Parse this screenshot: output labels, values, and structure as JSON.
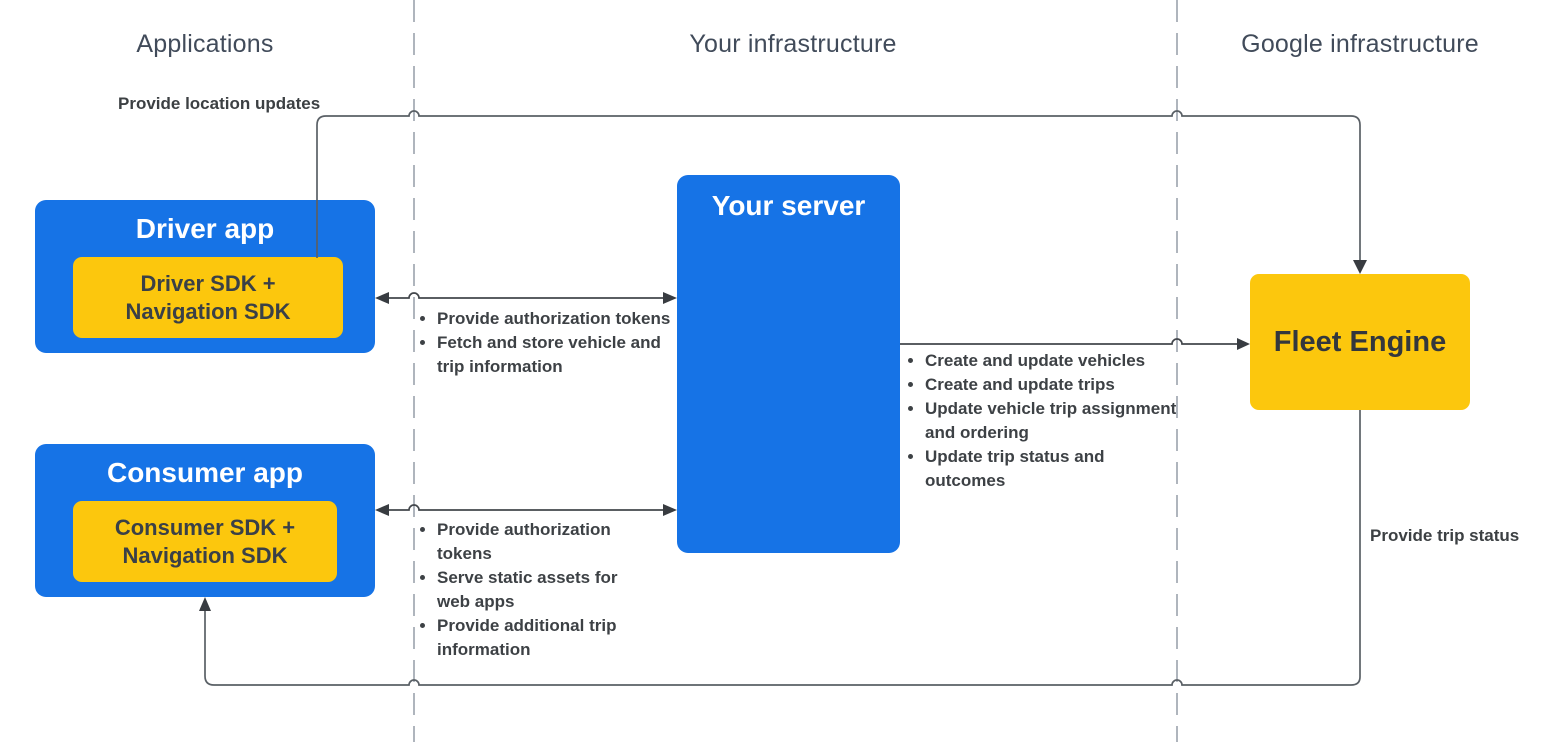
{
  "columns": {
    "applications": {
      "label": "Applications"
    },
    "your_infrastructure": {
      "label": "Your infrastructure"
    },
    "google_infrastructure": {
      "label": "Google infrastructure"
    }
  },
  "nodes": {
    "driver_app": {
      "title": "Driver app",
      "sdk": "Driver SDK +\nNavigation SDK"
    },
    "consumer_app": {
      "title": "Consumer app",
      "sdk": "Consumer SDK +\nNavigation SDK"
    },
    "your_server": {
      "title": "Your server"
    },
    "fleet_engine": {
      "title": "Fleet Engine"
    }
  },
  "edges": {
    "location_updates": {
      "label": "Provide location updates",
      "from": "Driver app",
      "to": "Fleet Engine"
    },
    "trip_status": {
      "label": "Provide trip status",
      "from": "Fleet Engine",
      "to": "Consumer app"
    },
    "driver_server_tasks": [
      "Provide authorization tokens",
      "Fetch and store vehicle and trip information"
    ],
    "consumer_server_tasks": [
      "Provide authorization tokens",
      "Serve static assets for web apps",
      "Provide additional trip information"
    ],
    "server_fleet_tasks": [
      "Create and update vehicles",
      "Create and update trips",
      "Update vehicle trip assignment and ordering",
      "Update trip status and outcomes"
    ]
  },
  "colors": {
    "node_blue": "#1673E6",
    "node_yellow": "#FCC70D",
    "title_on_blue": "#FFFFFF",
    "text_dark": "#3C4043",
    "heading_gray": "#414B5A",
    "connector_gray": "#5A6066",
    "divider_gray": "#AFB5BD"
  }
}
